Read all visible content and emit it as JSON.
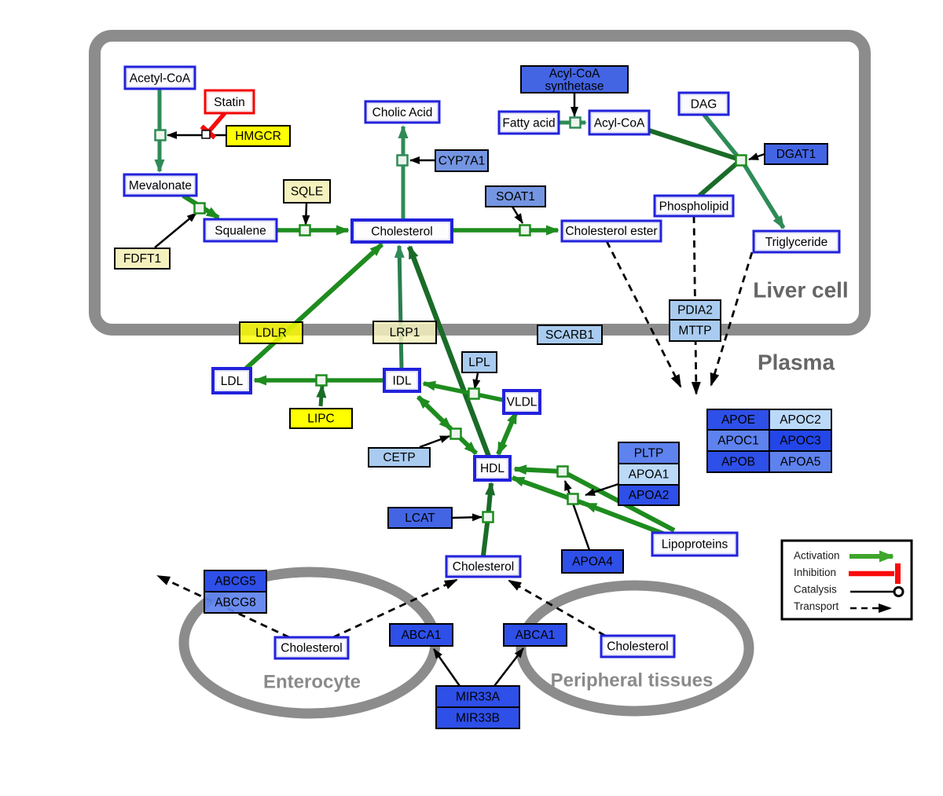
{
  "diagram_type": "metabolic-pathway",
  "compartments": {
    "liver_cell": "Liver cell",
    "plasma": "Plasma",
    "enterocyte": "Enterocyte",
    "peripheral_tissues": "Peripheral tissues"
  },
  "legend": {
    "activation": "Activation",
    "inhibition": "Inhibition",
    "catalysis": "Catalysis",
    "transport": "Transport"
  },
  "palette": {
    "edge_green": "#1E8C1E",
    "edge_seagreen": "#2E8B57",
    "edge_darkgreen": "#1A6B28",
    "legend_green": "#3FA52C",
    "inhibition_red": "#FA0A0A",
    "metabolite_border_blue": "#2222DC",
    "statin_border_red": "#F50505",
    "gene_yellow": "#FFFF00",
    "gene_pale_yellow": "#F5F1BE",
    "gene_royal_blue": "#2E4FE8",
    "gene_mid_blue": "#4365E4",
    "gene_soft_blue": "#5E82EE",
    "gene_periwinkle": "#7495E2",
    "gene_light_blue": "#A9CBEF",
    "gene_pale_blue": "#BBD9F8",
    "compartment_gray": "#8C8C8C"
  },
  "nodes": {
    "acetyl_coa": {
      "label": "Acetyl-CoA",
      "type": "metabolite"
    },
    "statin": {
      "label": "Statin",
      "type": "drug"
    },
    "hmgcr": {
      "label": "HMGCR",
      "type": "gene"
    },
    "mevalonate": {
      "label": "Mevalonate",
      "type": "metabolite"
    },
    "fdft1": {
      "label": "FDFT1",
      "type": "gene"
    },
    "squalene": {
      "label": "Squalene",
      "type": "metabolite"
    },
    "sqle": {
      "label": "SQLE",
      "type": "gene"
    },
    "cholesterol_liver": {
      "label": "Cholesterol",
      "type": "metabolite"
    },
    "cholic_acid": {
      "label": "Cholic Acid",
      "type": "metabolite"
    },
    "cyp7a1": {
      "label": "CYP7A1",
      "type": "gene"
    },
    "soat1": {
      "label": "SOAT1",
      "type": "gene"
    },
    "cholesterol_ester": {
      "label": "Cholesterol ester",
      "type": "metabolite"
    },
    "fatty_acid": {
      "label": "Fatty acid",
      "type": "metabolite"
    },
    "acyl_coa_synthetase": {
      "label": "Acyl-CoA synthetase",
      "line1": "Acyl-CoA",
      "line2": "synthetase",
      "type": "gene"
    },
    "acyl_coa": {
      "label": "Acyl-CoA",
      "type": "metabolite"
    },
    "dag": {
      "label": "DAG",
      "type": "metabolite"
    },
    "dgat1": {
      "label": "DGAT1",
      "type": "gene"
    },
    "phospholipid": {
      "label": "Phospholipid",
      "type": "metabolite"
    },
    "triglyceride": {
      "label": "Triglyceride",
      "type": "metabolite"
    },
    "ldlr": {
      "label": "LDLR",
      "type": "gene"
    },
    "lrp1": {
      "label": "LRP1",
      "type": "gene"
    },
    "scarb1": {
      "label": "SCARB1",
      "type": "gene"
    },
    "pdia2": {
      "label": "PDIA2",
      "type": "gene"
    },
    "mttp": {
      "label": "MTTP",
      "type": "gene"
    },
    "ldl": {
      "label": "LDL",
      "type": "metabolite"
    },
    "idl": {
      "label": "IDL",
      "type": "metabolite"
    },
    "vldl": {
      "label": "VLDL",
      "type": "metabolite"
    },
    "lpl": {
      "label": "LPL",
      "type": "gene"
    },
    "lipc": {
      "label": "LIPC",
      "type": "gene"
    },
    "cetp": {
      "label": "CETP",
      "type": "gene"
    },
    "hdl": {
      "label": "HDL",
      "type": "metabolite"
    },
    "lcat": {
      "label": "LCAT",
      "type": "gene"
    },
    "pltp": {
      "label": "PLTP",
      "type": "gene"
    },
    "apoa1": {
      "label": "APOA1",
      "type": "gene"
    },
    "apoa2": {
      "label": "APOA2",
      "type": "gene"
    },
    "apoa4": {
      "label": "APOA4",
      "type": "gene"
    },
    "apoe": {
      "label": "APOE",
      "type": "gene"
    },
    "apoc2": {
      "label": "APOC2",
      "type": "gene"
    },
    "apoc1": {
      "label": "APOC1",
      "type": "gene"
    },
    "apoc3": {
      "label": "APOC3",
      "type": "gene"
    },
    "apob": {
      "label": "APOB",
      "type": "gene"
    },
    "apoa5": {
      "label": "APOA5",
      "type": "gene"
    },
    "lipoproteins": {
      "label": "Lipoproteins",
      "type": "metabolite"
    },
    "cholesterol_plasma": {
      "label": "Cholesterol",
      "type": "metabolite"
    },
    "abcg5": {
      "label": "ABCG5",
      "type": "gene"
    },
    "abcg8": {
      "label": "ABCG8",
      "type": "gene"
    },
    "cholesterol_enterocyte": {
      "label": "Cholesterol",
      "type": "metabolite"
    },
    "abca1_enterocyte": {
      "label": "ABCA1",
      "type": "gene"
    },
    "abca1_peripheral": {
      "label": "ABCA1",
      "type": "gene"
    },
    "cholesterol_peripheral": {
      "label": "Cholesterol",
      "type": "metabolite"
    },
    "mir33a": {
      "label": "MIR33A",
      "type": "gene"
    },
    "mir33b": {
      "label": "MIR33B",
      "type": "gene"
    }
  }
}
